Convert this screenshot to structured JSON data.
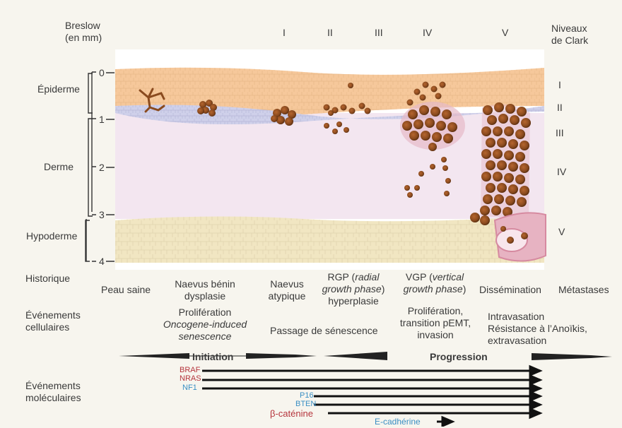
{
  "header": {
    "breslow": [
      "Breslow",
      "(en mm)"
    ],
    "clark_title": [
      "Niveaux",
      "de Clark"
    ],
    "clark_top": [
      "I",
      "II",
      "III",
      "IV",
      "V"
    ]
  },
  "layers": {
    "epidermis": "Épiderme",
    "dermis": "Derme",
    "hypodermis": "Hypoderme"
  },
  "breslow_ticks": [
    "0",
    "1",
    "2",
    "3",
    "4"
  ],
  "clark_right": [
    "I",
    "II",
    "III",
    "IV",
    "V"
  ],
  "rows": {
    "historique": "Historique",
    "evenements_cellulaires": [
      "Événements",
      "cellulaires"
    ],
    "evenements_moleculaires": [
      "Événements",
      "moléculaires"
    ]
  },
  "stages": {
    "peau_saine": "Peau saine",
    "naevus_benin": [
      "Naevus bénin",
      "dysplasie"
    ],
    "naevus_atypique": [
      "Naevus",
      "atypique"
    ],
    "rgp": {
      "pre": "RGP (",
      "it": "radial",
      "it2": "growth phase",
      "post": ")",
      "line3": "hyperplasie"
    },
    "vgp": {
      "pre": "VGP (",
      "it": "vertical",
      "it2": "growth phase",
      "post": ")"
    },
    "dissemination": "Dissémination",
    "metastases": "Métastases"
  },
  "cell_events": {
    "proliferation": "Prolifération",
    "ois": [
      "Oncogene-induced",
      "senescence"
    ],
    "passage": "Passage de sénescence",
    "prolif_emt": [
      "Prolifération,",
      "transition pEMT,",
      "invasion"
    ],
    "intravasation": [
      "Intravasation",
      "Résistance à l’Anoïkis,",
      "extravasation"
    ]
  },
  "phases": {
    "initiation": "Initiation",
    "progression": "Progression"
  },
  "molecular": [
    {
      "label": "BRAF",
      "color": "#b5343c"
    },
    {
      "label": "NRAS",
      "color": "#b5343c"
    },
    {
      "label": "NF1",
      "color": "#3a8fc4"
    },
    {
      "label": "P16",
      "color": "#3a8fc4"
    },
    {
      "label": "BTEN",
      "color": "#3a8fc4"
    },
    {
      "label": "β-caténine",
      "color": "#b5343c"
    },
    {
      "label": "E-cadhérine",
      "color": "#3a8fc4"
    }
  ]
}
